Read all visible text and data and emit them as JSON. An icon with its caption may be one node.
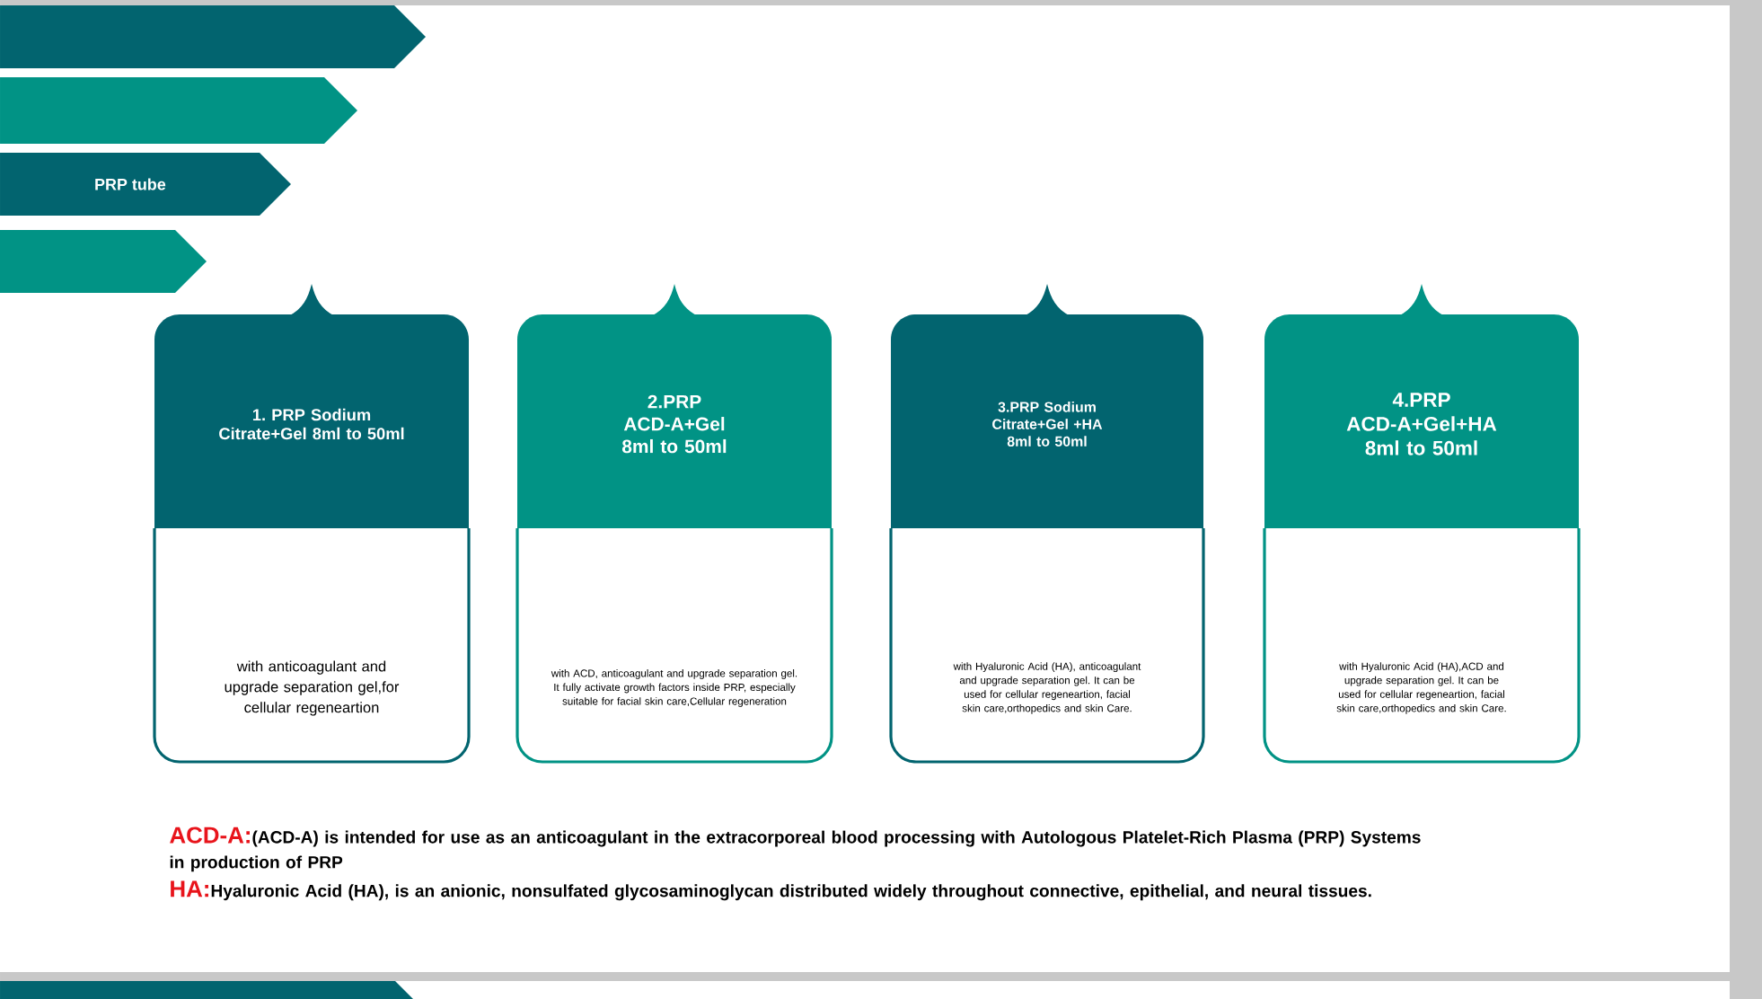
{
  "diagram": {
    "nodes": [
      {
        "text": [],
        "shape": "bar"
      },
      {
        "text": [],
        "shape": "bar"
      },
      {
        "text": [
          "PRP tube"
        ]
      },
      {
        "text": [],
        "shape": "bar"
      },
      {
        "text": [
          "1. PRP Sodium Citrate+Gel 8ml to 50ml",
          "with anticoagulant and upgrade separation gel,for cellular regeneartion"
        ]
      },
      {
        "text": [
          "2.PRP ACD-A+Gel 8ml to 50ml",
          "with ACD, anticoagulant and upgrade separation gel. It fully activate growth factors inside PRP, especially suitable for facial skin care,Cellular regeneration"
        ]
      },
      {
        "text": [
          "3.PRP Sodium Citrate+Gel +HA 8ml to 50ml",
          "with Hyaluronic Acid (HA), anticoagulant and upgrade separation gel. It can be used for cellular regeneartion, facial skin care,orthopedics and skin Care."
        ]
      },
      {
        "text": [
          "4.PRP ACD-A+Gel+HA 8ml to 50ml",
          "with Hyaluronic Acid (HA),ACD and upgrade separation gel. It can be used for  cellular regeneartion, facial skin care,orthopedics and skin Care."
        ]
      },
      {
        "text": [],
        "shape": "bar"
      }
    ],
    "labels": [
      "ACD-A:",
      "(ACD-A) is intended for use as an anticoagulant in the extracorporeal blood processing with Autologous Platelet-Rich Plasma (PRP) Systems in production of PRP",
      "HA:",
      "Hyaluronic Acid (HA), is an anionic, nonsulfated glycosaminoglycan distributed widely throughout connective, epithelial, and neural tissues."
    ]
  }
}
